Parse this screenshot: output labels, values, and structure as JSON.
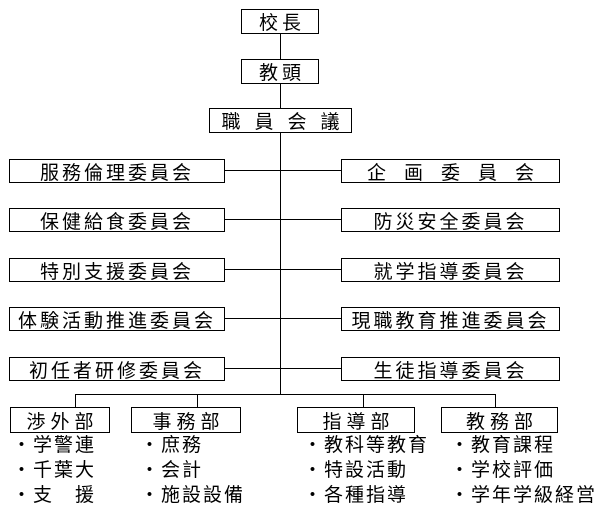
{
  "org": {
    "principal": "校長",
    "vice_principal": "教頭",
    "staff_meeting": "職員会議",
    "committees_left": [
      "服務倫理委員会",
      "保健給食委員会",
      "特別支援委員会",
      "体験活動推進委員会",
      "初任者研修委員会"
    ],
    "committees_right": [
      "企画委員会",
      "防災安全委員会",
      "就学指導委員会",
      "現職教育推進委員会",
      "生徒指導委員会"
    ],
    "departments": [
      {
        "name": "渉外部",
        "items": [
          "・学警連",
          "・千葉大",
          "・支　援"
        ]
      },
      {
        "name": "事務部",
        "items": [
          "・庶務",
          "・会計",
          "・施設設備"
        ]
      },
      {
        "name": "指導部",
        "items": [
          "・教科等教育",
          "・特設活動",
          "・各種指導"
        ]
      },
      {
        "name": "教務部",
        "items": [
          "・教育課程",
          "・学校評価",
          "・学年学級経営"
        ]
      }
    ]
  },
  "colors": {
    "line": "#000000",
    "background": "#ffffff",
    "text": "#000000"
  }
}
